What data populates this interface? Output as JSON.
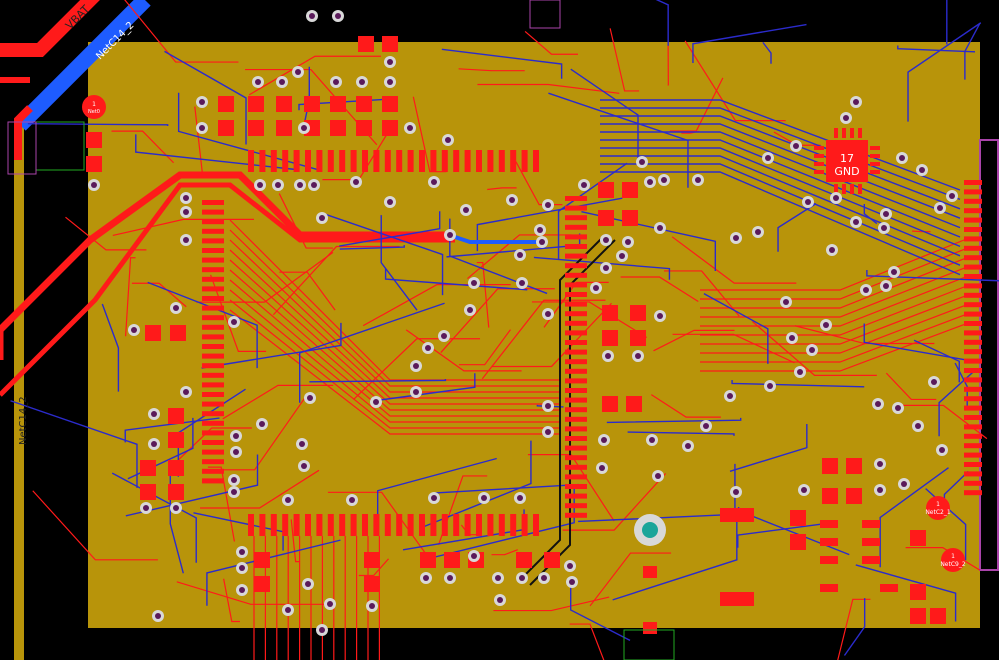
{
  "colors": {
    "background": "#000000",
    "copper_pour": "#b8940a",
    "top_trace": "#ff1a1a",
    "bottom_trace": "#2b2bcc",
    "pad": "#ff1a1a",
    "selected_net": "#1e5cff",
    "via_ring": "#d8d8d8",
    "via_hole": "#5a1a5a"
  },
  "labels": {
    "net_vbat": "VBAT",
    "net_c14_diag": "NetC14_2",
    "net_c14_vert": "NetC14_2",
    "pad_gnd_num": "17",
    "pad_gnd_net": "GND",
    "pad_c2_num": "1",
    "pad_c2_net": "NetC2_1",
    "pad_c9_num": "1",
    "pad_c9_net": "NetC9_2",
    "pad_s_num": "1",
    "pad_s_net": "Net0"
  }
}
